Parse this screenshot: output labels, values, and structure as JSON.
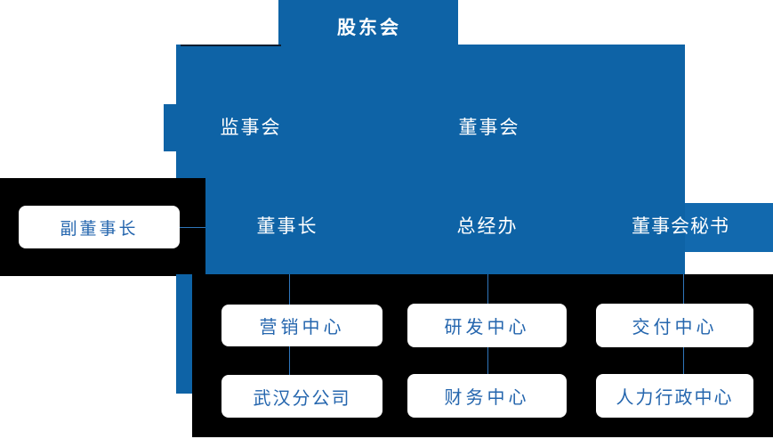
{
  "colors": {
    "primary_blue": "#0E63A6",
    "secondary_blue": "#1269AE",
    "panel_black": "#000000",
    "node_text_blue": "#2566AE",
    "connector_blue": "#2F76BB",
    "top_line_dark": "#0C1D30"
  },
  "nodes": {
    "shareholders": {
      "label": "股东会"
    },
    "supervisory_board": {
      "label": "监事会"
    },
    "board_of_directors": {
      "label": "董事会"
    },
    "vice_chairman": {
      "label": "副董事长"
    },
    "chairman": {
      "label": "董事长"
    },
    "gm_office": {
      "label": "总经办"
    },
    "board_secretary": {
      "label": "董事会秘书"
    },
    "marketing_center": {
      "label": "营销中心"
    },
    "rd_center": {
      "label": "研发中心"
    },
    "delivery_center": {
      "label": "交付中心"
    },
    "wuhan_branch": {
      "label": "武汉分公司"
    },
    "finance_center": {
      "label": "财务中心"
    },
    "hr_admin_center": {
      "label": "人力行政中心"
    }
  }
}
